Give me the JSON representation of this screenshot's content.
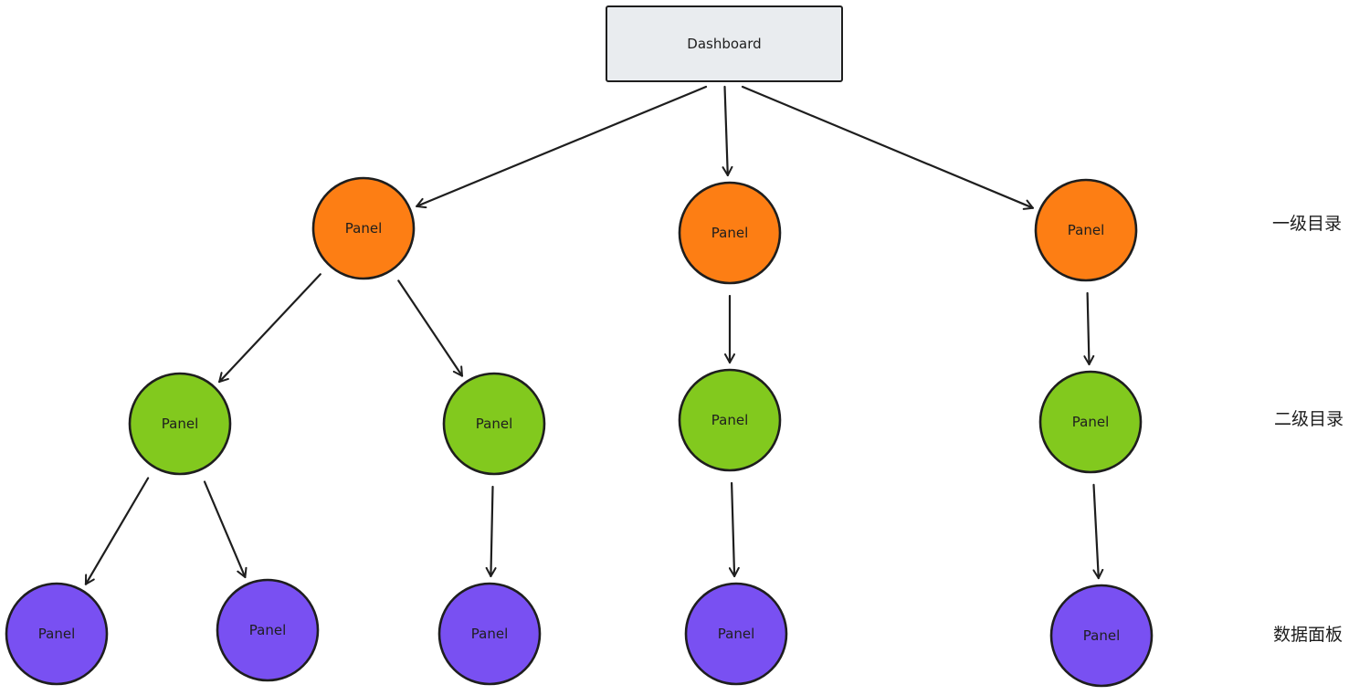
{
  "root": {
    "label": "Dashboard",
    "fill": "#e9ecef"
  },
  "levels": [
    {
      "label": "一级目录",
      "color": "#fd7e14"
    },
    {
      "label": "二级目录",
      "color": "#82c91e"
    },
    {
      "label": "数据面板",
      "color": "#7950f2"
    }
  ],
  "nodes": [
    {
      "id": "l1a",
      "level": 0,
      "label": "Panel"
    },
    {
      "id": "l1b",
      "level": 0,
      "label": "Panel"
    },
    {
      "id": "l1c",
      "level": 0,
      "label": "Panel"
    },
    {
      "id": "l2a",
      "level": 1,
      "label": "Panel"
    },
    {
      "id": "l2b",
      "level": 1,
      "label": "Panel"
    },
    {
      "id": "l2c",
      "level": 1,
      "label": "Panel"
    },
    {
      "id": "l2d",
      "level": 1,
      "label": "Panel"
    },
    {
      "id": "l3a",
      "level": 2,
      "label": "Panel"
    },
    {
      "id": "l3b",
      "level": 2,
      "label": "Panel"
    },
    {
      "id": "l3c",
      "level": 2,
      "label": "Panel"
    },
    {
      "id": "l3d",
      "level": 2,
      "label": "Panel"
    },
    {
      "id": "l3e",
      "level": 2,
      "label": "Panel"
    }
  ],
  "edges": [
    [
      "root",
      "l1a"
    ],
    [
      "root",
      "l1b"
    ],
    [
      "root",
      "l1c"
    ],
    [
      "l1a",
      "l2a"
    ],
    [
      "l1a",
      "l2b"
    ],
    [
      "l1b",
      "l2c"
    ],
    [
      "l1c",
      "l2d"
    ],
    [
      "l2a",
      "l3a"
    ],
    [
      "l2a",
      "l3b"
    ],
    [
      "l2b",
      "l3c"
    ],
    [
      "l2c",
      "l3d"
    ],
    [
      "l2d",
      "l3e"
    ]
  ]
}
